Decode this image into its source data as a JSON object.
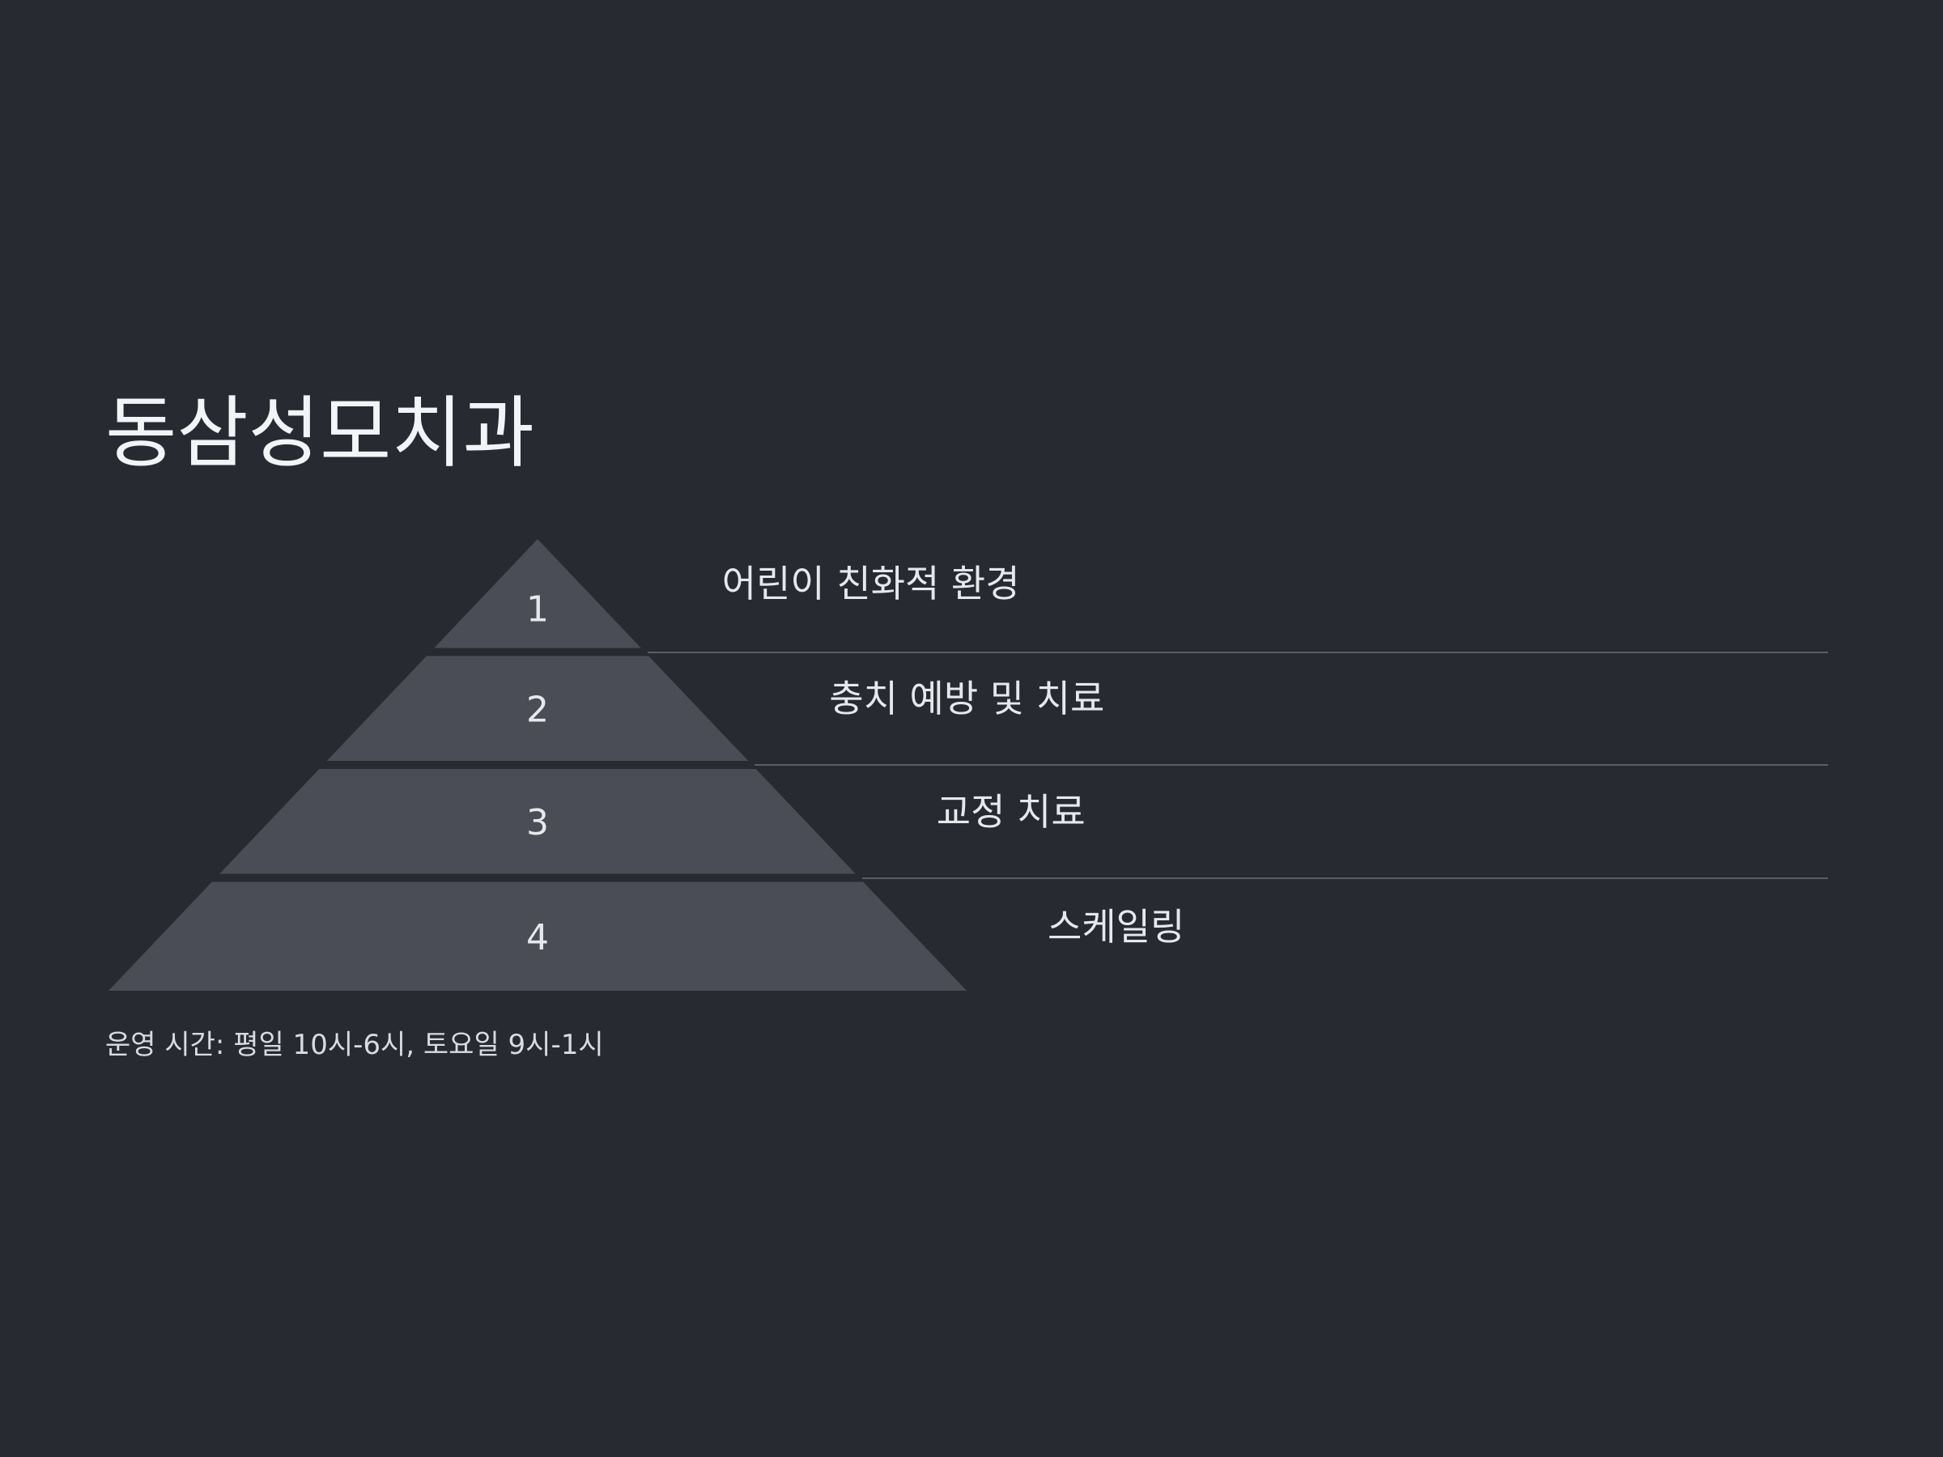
{
  "title": "동삼성모치과",
  "pyramid": {
    "fill_color": "#4a4d55",
    "number_color": "#e6e8ec",
    "line_color": "#5a5e66",
    "tiers": [
      {
        "number": "1",
        "label": "어린이 친화적 환경"
      },
      {
        "number": "2",
        "label": "충치 예방 및 치료"
      },
      {
        "number": "3",
        "label": "교정 치료"
      },
      {
        "number": "4",
        "label": "스케일링"
      }
    ]
  },
  "footer": "운영 시간: 평일 10시-6시, 토요일 9시-1시"
}
